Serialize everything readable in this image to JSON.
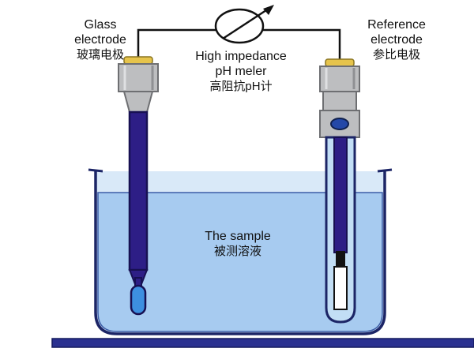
{
  "title": "pH measurement with glass and reference electrodes",
  "labels": {
    "glass_electrode": {
      "en1": "Glass",
      "en2": "electrode",
      "zh": "玻璃电极"
    },
    "meter": {
      "en1": "High impedance",
      "en2": "pH meler",
      "zh": "高阻抗pH计"
    },
    "reference_electrode": {
      "en1": "Reference",
      "en2": "electrode",
      "zh": "参比电极"
    },
    "sample": {
      "en": "The sample",
      "zh": "被测溶液"
    }
  },
  "colors": {
    "background": "#ffffff",
    "outline_navy": "#1c2566",
    "beaker_fill": "#d9e9f8",
    "liquid_fill": "#a7cbf0",
    "electrode_cap_gray": "#bdbec0",
    "cap_gray_dark": "#8f9093",
    "cap_yellow": "#e6c44c",
    "shaft_dark_blue": "#2d1e86",
    "shaft_outline": "#171052",
    "bulb_blue": "#3d8fe0",
    "reference_tube_fill": "#c2def5",
    "reference_port_blue": "#2448a8",
    "inner_white": "#ffffff",
    "inner_black": "#121212",
    "table_bar": "#2a3190",
    "wire": "#111111"
  }
}
